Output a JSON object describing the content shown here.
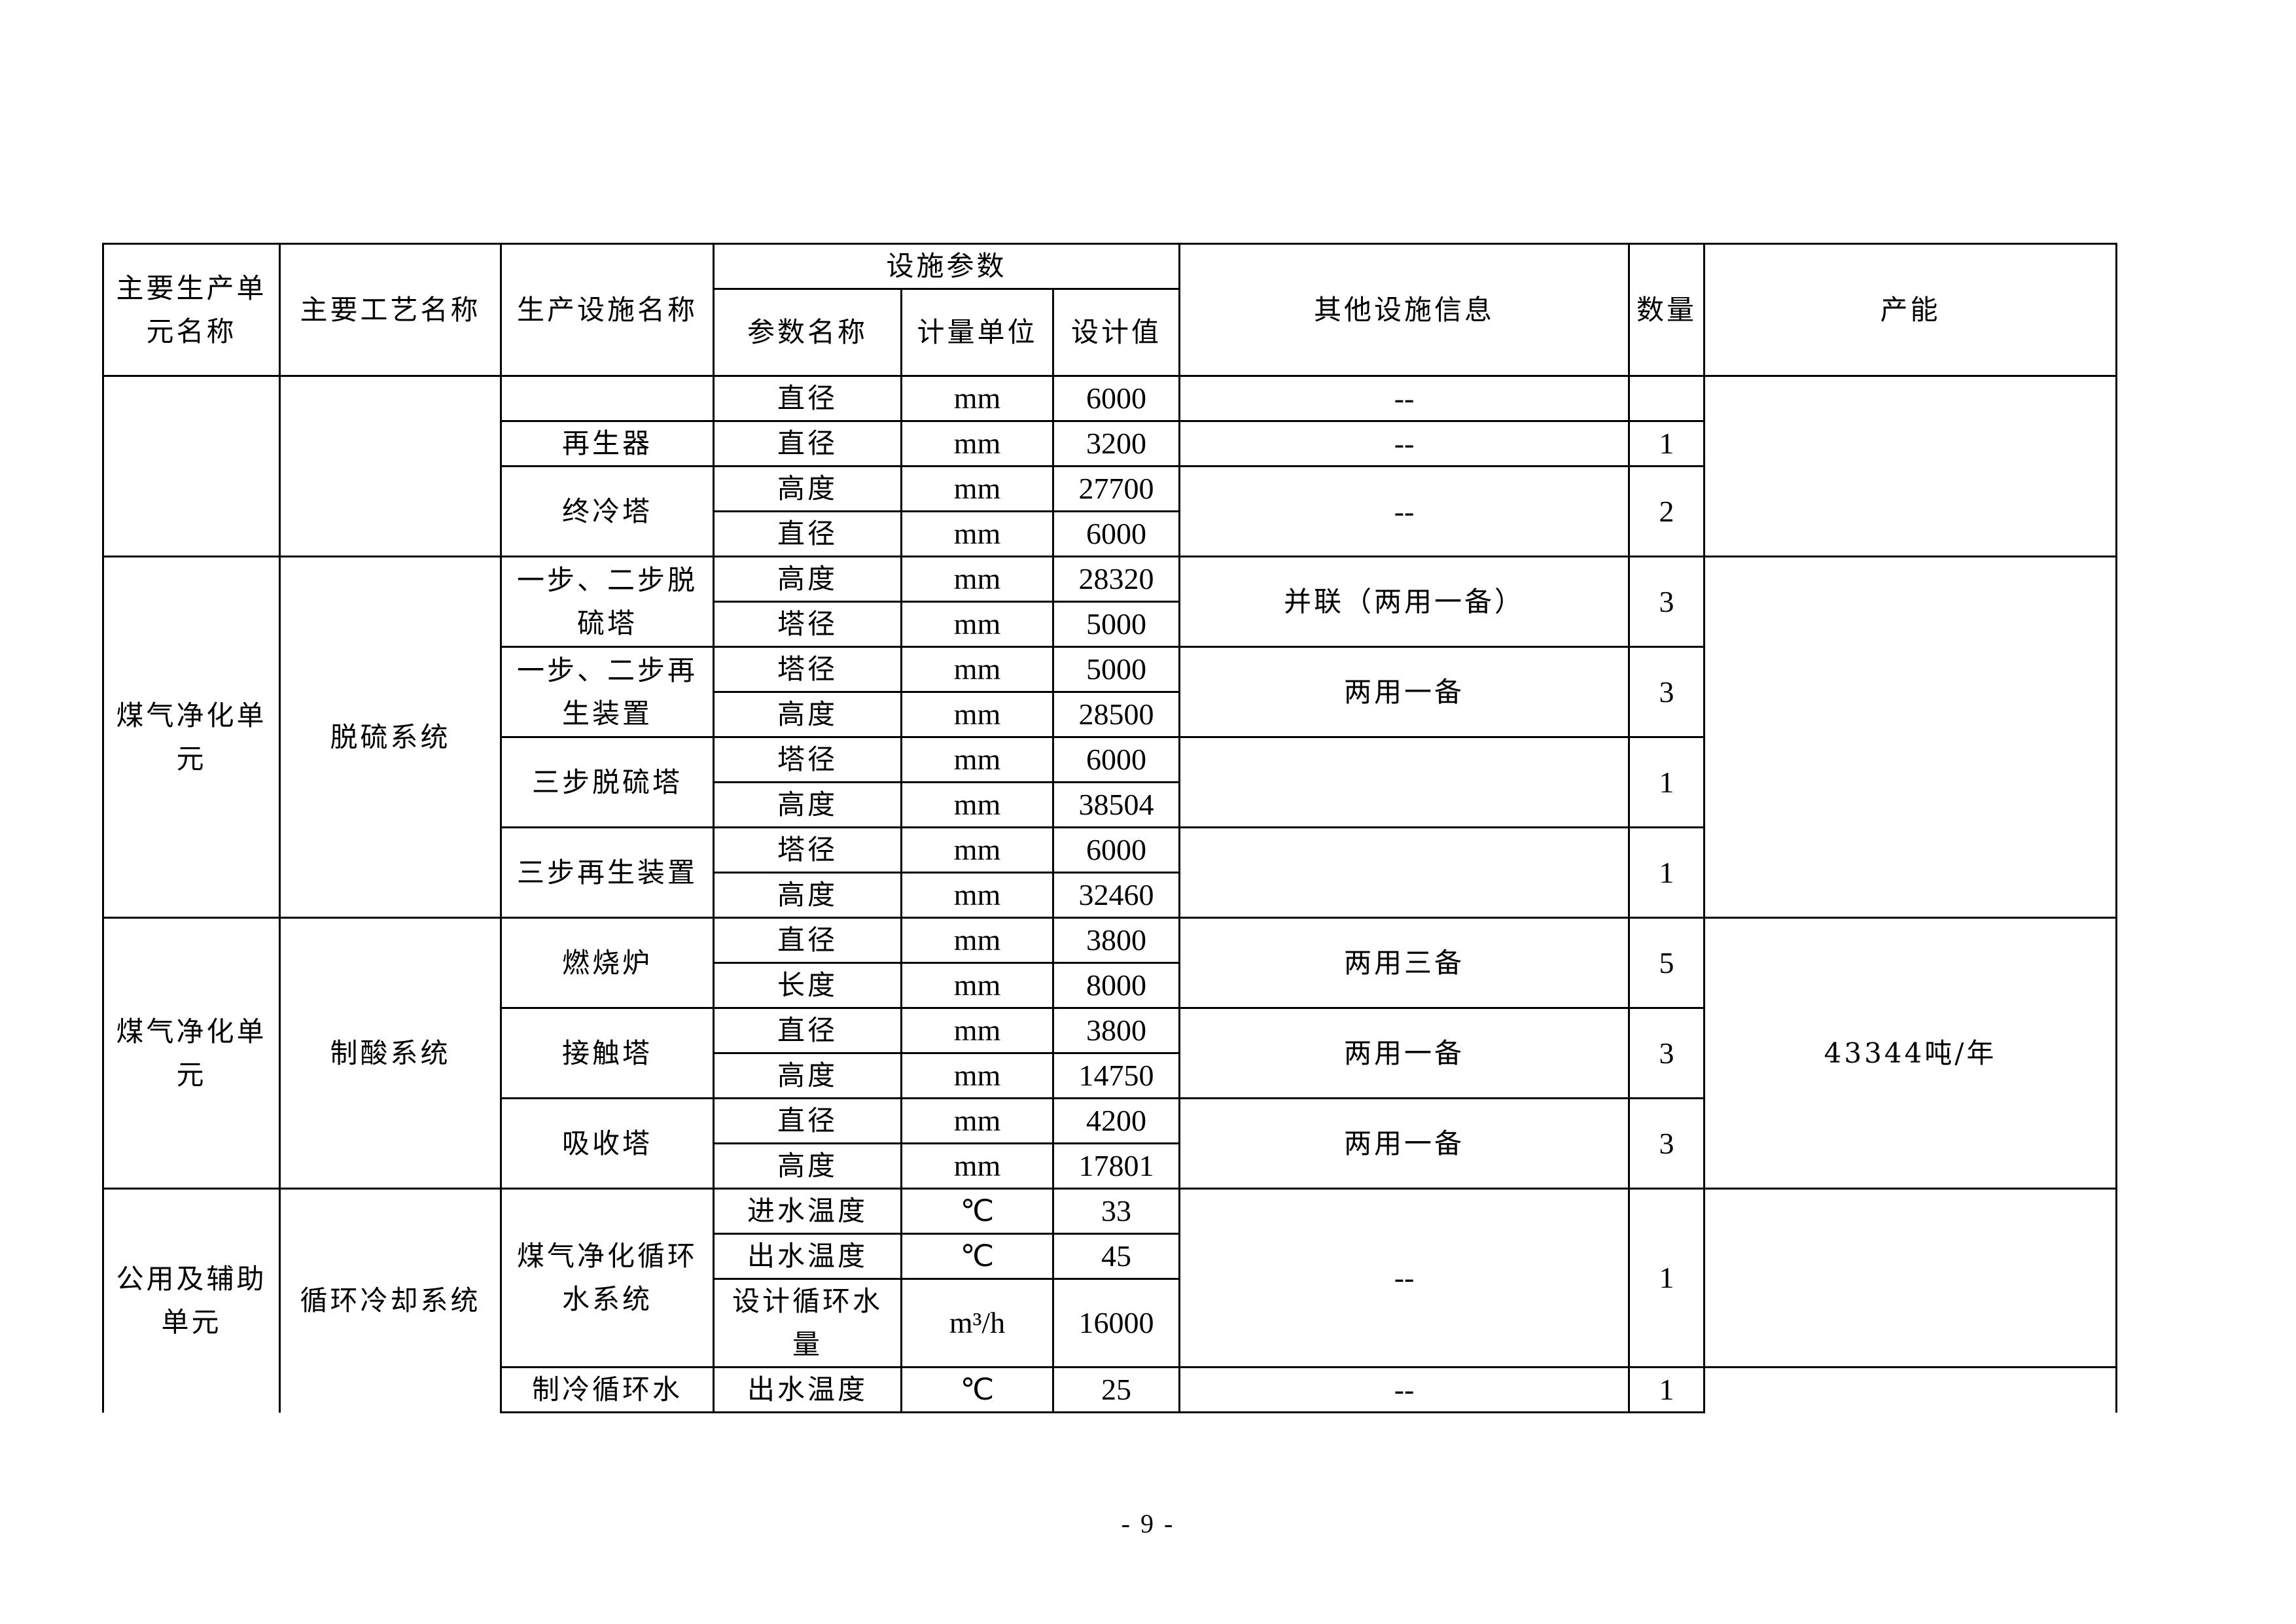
{
  "header": {
    "unit": "主要生产单元名称",
    "process": "主要工艺名称",
    "facility": "生产设施名称",
    "params": "设施参数",
    "param_name": "参数名称",
    "param_unit": "计量单位",
    "param_value": "设计值",
    "other": "其他设施信息",
    "qty": "数量",
    "capacity": "产能"
  },
  "rows": {
    "r1": {
      "param": "直径",
      "unit": "mm",
      "value": "6000",
      "other": "--"
    },
    "regen": {
      "facility": "再生器",
      "param": "直径",
      "unit": "mm",
      "value": "3200",
      "other": "--",
      "qty": "1"
    },
    "final_cool": {
      "facility": "终冷塔",
      "p1": "高度",
      "u1": "mm",
      "v1": "27700",
      "p2": "直径",
      "u2": "mm",
      "v2": "6000",
      "other": "--",
      "qty": "2"
    },
    "desulf_unit": "煤气净化单元",
    "desulf_process": "脱硫系统",
    "d1": {
      "facility": "一步、二步脱硫塔",
      "p1": "高度",
      "u1": "mm",
      "v1": "28320",
      "p2": "塔径",
      "u2": "mm",
      "v2": "5000",
      "other": "并联（两用一备）",
      "qty": "3"
    },
    "d2": {
      "facility": "一步、二步再生装置",
      "p1": "塔径",
      "u1": "mm",
      "v1": "5000",
      "p2": "高度",
      "u2": "mm",
      "v2": "28500",
      "other": "两用一备",
      "qty": "3"
    },
    "d3": {
      "facility": "三步脱硫塔",
      "p1": "塔径",
      "u1": "mm",
      "v1": "6000",
      "p2": "高度",
      "u2": "mm",
      "v2": "38504",
      "other": "",
      "qty": "1"
    },
    "d4": {
      "facility": "三步再生装置",
      "p1": "塔径",
      "u1": "mm",
      "v1": "6000",
      "p2": "高度",
      "u2": "mm",
      "v2": "32460",
      "other": "",
      "qty": "1"
    },
    "acid_unit": "煤气净化单元",
    "acid_process": "制酸系统",
    "acid_capacity": "43344吨/年",
    "a1": {
      "facility": "燃烧炉",
      "p1": "直径",
      "u1": "mm",
      "v1": "3800",
      "p2": "长度",
      "u2": "mm",
      "v2": "8000",
      "other": "两用三备",
      "qty": "5"
    },
    "a2": {
      "facility": "接触塔",
      "p1": "直径",
      "u1": "mm",
      "v1": "3800",
      "p2": "高度",
      "u2": "mm",
      "v2": "14750",
      "other": "两用一备",
      "qty": "3"
    },
    "a3": {
      "facility": "吸收塔",
      "p1": "直径",
      "u1": "mm",
      "v1": "4200",
      "p2": "高度",
      "u2": "mm",
      "v2": "17801",
      "other": "两用一备",
      "qty": "3"
    },
    "util_unit": "公用及辅助单元",
    "util_process": "循环冷却系统",
    "c1": {
      "facility": "煤气净化循环水系统",
      "p1": "进水温度",
      "u1": "℃",
      "v1": "33",
      "p2": "出水温度",
      "u2": "℃",
      "v2": "45",
      "p3": "设计循环水量",
      "u3": "m³/h",
      "v3": "16000",
      "other": "--",
      "qty": "1"
    },
    "c2": {
      "facility": "制冷循环水",
      "param": "出水温度",
      "unit": "℃",
      "value": "25",
      "other": "--",
      "qty": "1"
    }
  },
  "page_number": "- 9 -"
}
